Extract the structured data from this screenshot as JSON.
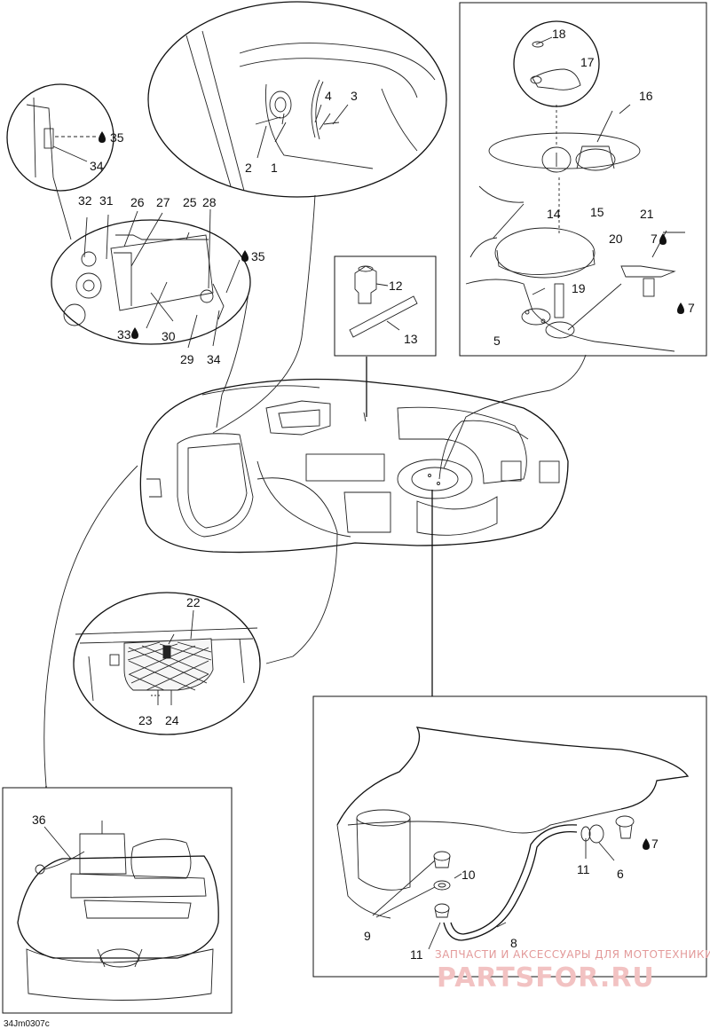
{
  "callouts": {
    "c1": "1",
    "c2": "2",
    "c3": "3",
    "c4": "4",
    "c5": "5",
    "c6": "6",
    "c7a": "7",
    "c7b": "7",
    "c7c": "7",
    "c8": "8",
    "c9": "9",
    "c10": "10",
    "c11a": "11",
    "c11b": "11",
    "c12": "12",
    "c13": "13",
    "c14": "14",
    "c15": "15",
    "c16": "16",
    "c17": "17",
    "c18": "18",
    "c19": "19",
    "c20": "20",
    "c21": "21",
    "c22": "22",
    "c23": "23",
    "c24": "24",
    "c25": "25",
    "c26": "26",
    "c27": "27",
    "c28": "28",
    "c29": "29",
    "c30": "30",
    "c31": "31",
    "c32": "32",
    "c33": "33",
    "c34a": "34",
    "c34b": "34",
    "c35a": "35",
    "c35b": "35",
    "c36": "36"
  },
  "drop_icon": "oil-drop-icon",
  "figure_code": "34Jm0307c",
  "watermark": {
    "line1": "ЗАПЧАСТИ И АКСЕССУАРЫ ДЛЯ МОТОТЕХНИКИ",
    "line2": "PARTSFOR.RU",
    "color": "#e08a8a"
  }
}
